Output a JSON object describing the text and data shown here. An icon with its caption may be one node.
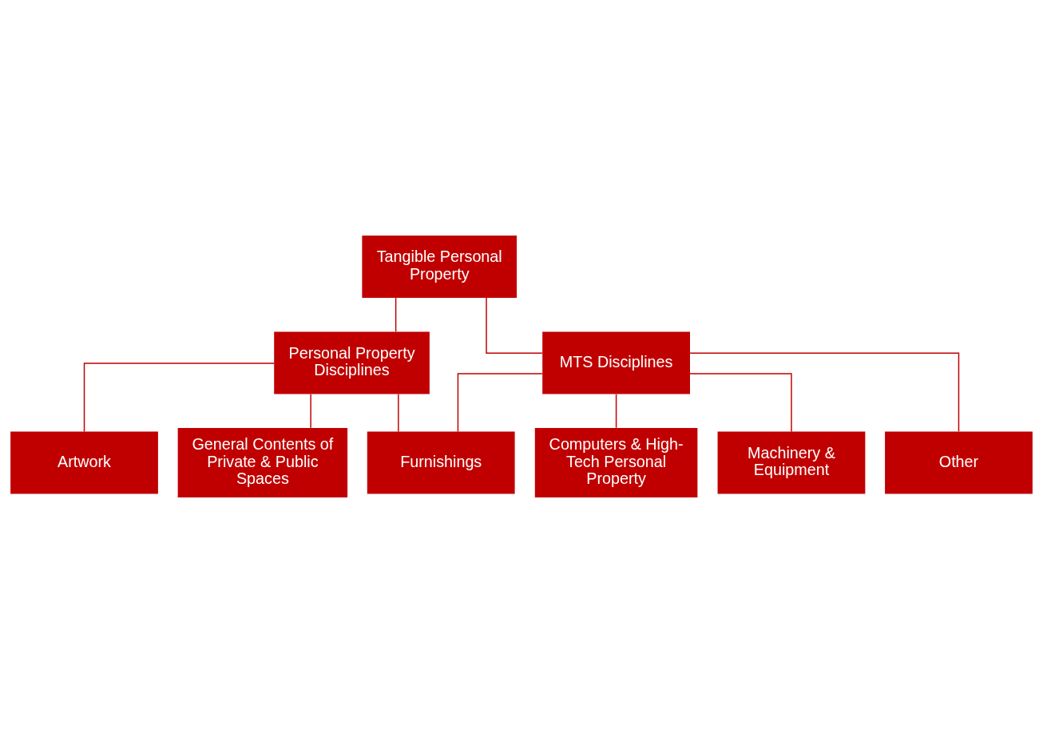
{
  "diagram": {
    "nodes": [
      {
        "text": [
          "Tangible Personal Property"
        ]
      },
      {
        "text": [
          "Personal Property Disciplines"
        ]
      },
      {
        "text": [
          "MTS Disciplines"
        ]
      },
      {
        "text": [
          "Artwork"
        ]
      },
      {
        "text": [
          "General Contents of Private & Public Spaces"
        ]
      },
      {
        "text": [
          "Furnishings"
        ]
      },
      {
        "text": [
          "Computers & High-Tech Personal Property"
        ]
      },
      {
        "text": [
          "Machinery & Equipment"
        ]
      },
      {
        "text": [
          "Other"
        ]
      }
    ],
    "edges": [
      {
        "from": 0,
        "to": 1,
        "arrow": "none"
      },
      {
        "from": 0,
        "to": 2,
        "arrow": "none"
      },
      {
        "from": 1,
        "to": 3,
        "arrow": "none"
      },
      {
        "from": 1,
        "to": 4,
        "arrow": "none"
      },
      {
        "from": 1,
        "to": 5,
        "arrow": "none"
      },
      {
        "from": 2,
        "to": 5,
        "arrow": "none"
      },
      {
        "from": 2,
        "to": 6,
        "arrow": "none"
      },
      {
        "from": 2,
        "to": 7,
        "arrow": "none"
      },
      {
        "from": 2,
        "to": 8,
        "arrow": "none"
      }
    ]
  }
}
